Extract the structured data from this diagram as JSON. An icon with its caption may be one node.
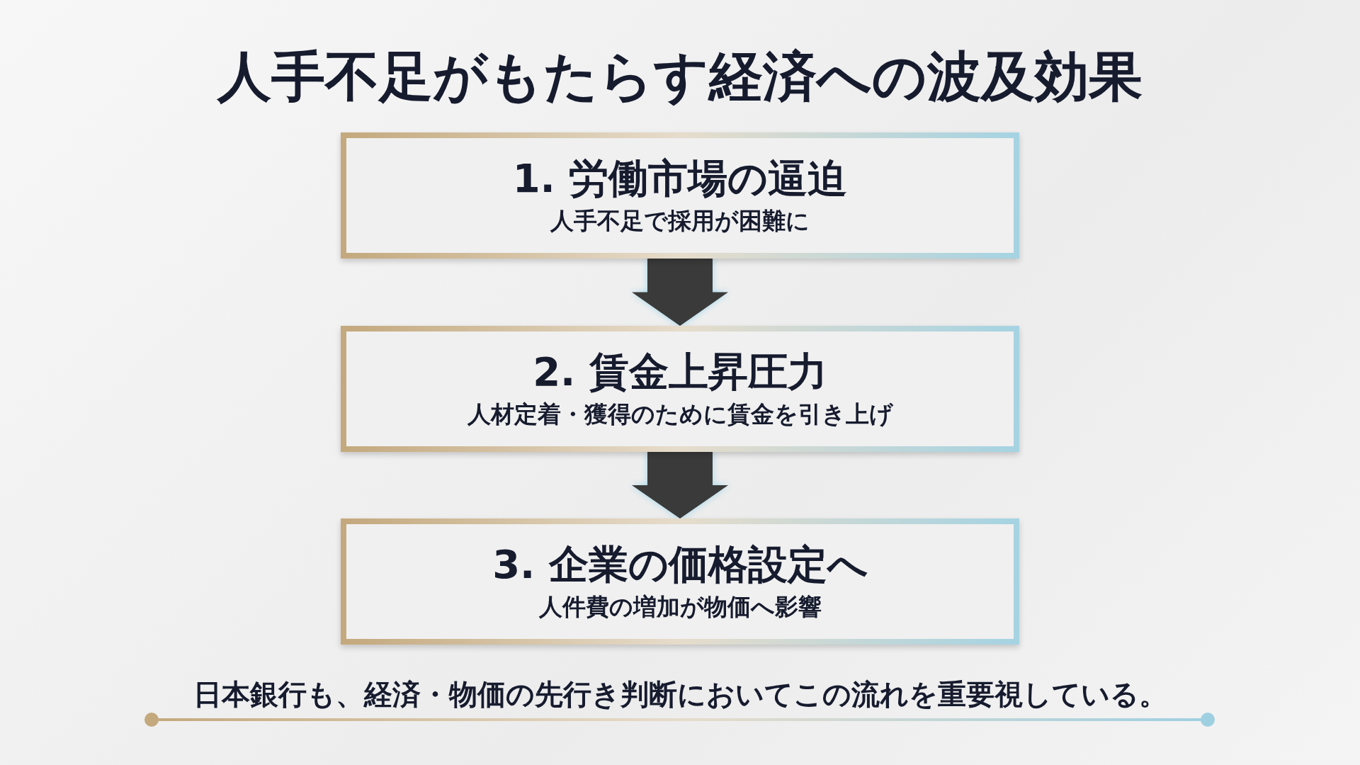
{
  "diagram": {
    "title": "人手不足がもたらす経済への波及効果",
    "nodes": [
      {
        "text": [
          "1. 労働市場の逼迫",
          "人手不足で採用が困難に"
        ]
      },
      {
        "text": [
          "2. 賃金上昇圧力",
          "人材定着・獲得のために賃金を引き上げ"
        ]
      },
      {
        "text": [
          "3. 企業の価格設定へ",
          "人件費の増加が物価へ影響"
        ]
      }
    ],
    "edges": [
      {
        "from": 0,
        "to": 1,
        "arrow": "to"
      },
      {
        "from": 1,
        "to": 2,
        "arrow": "to"
      }
    ],
    "labels": [
      "日本銀行も、経済・物価の先行き判断においてこの流れを重要視している。"
    ]
  }
}
